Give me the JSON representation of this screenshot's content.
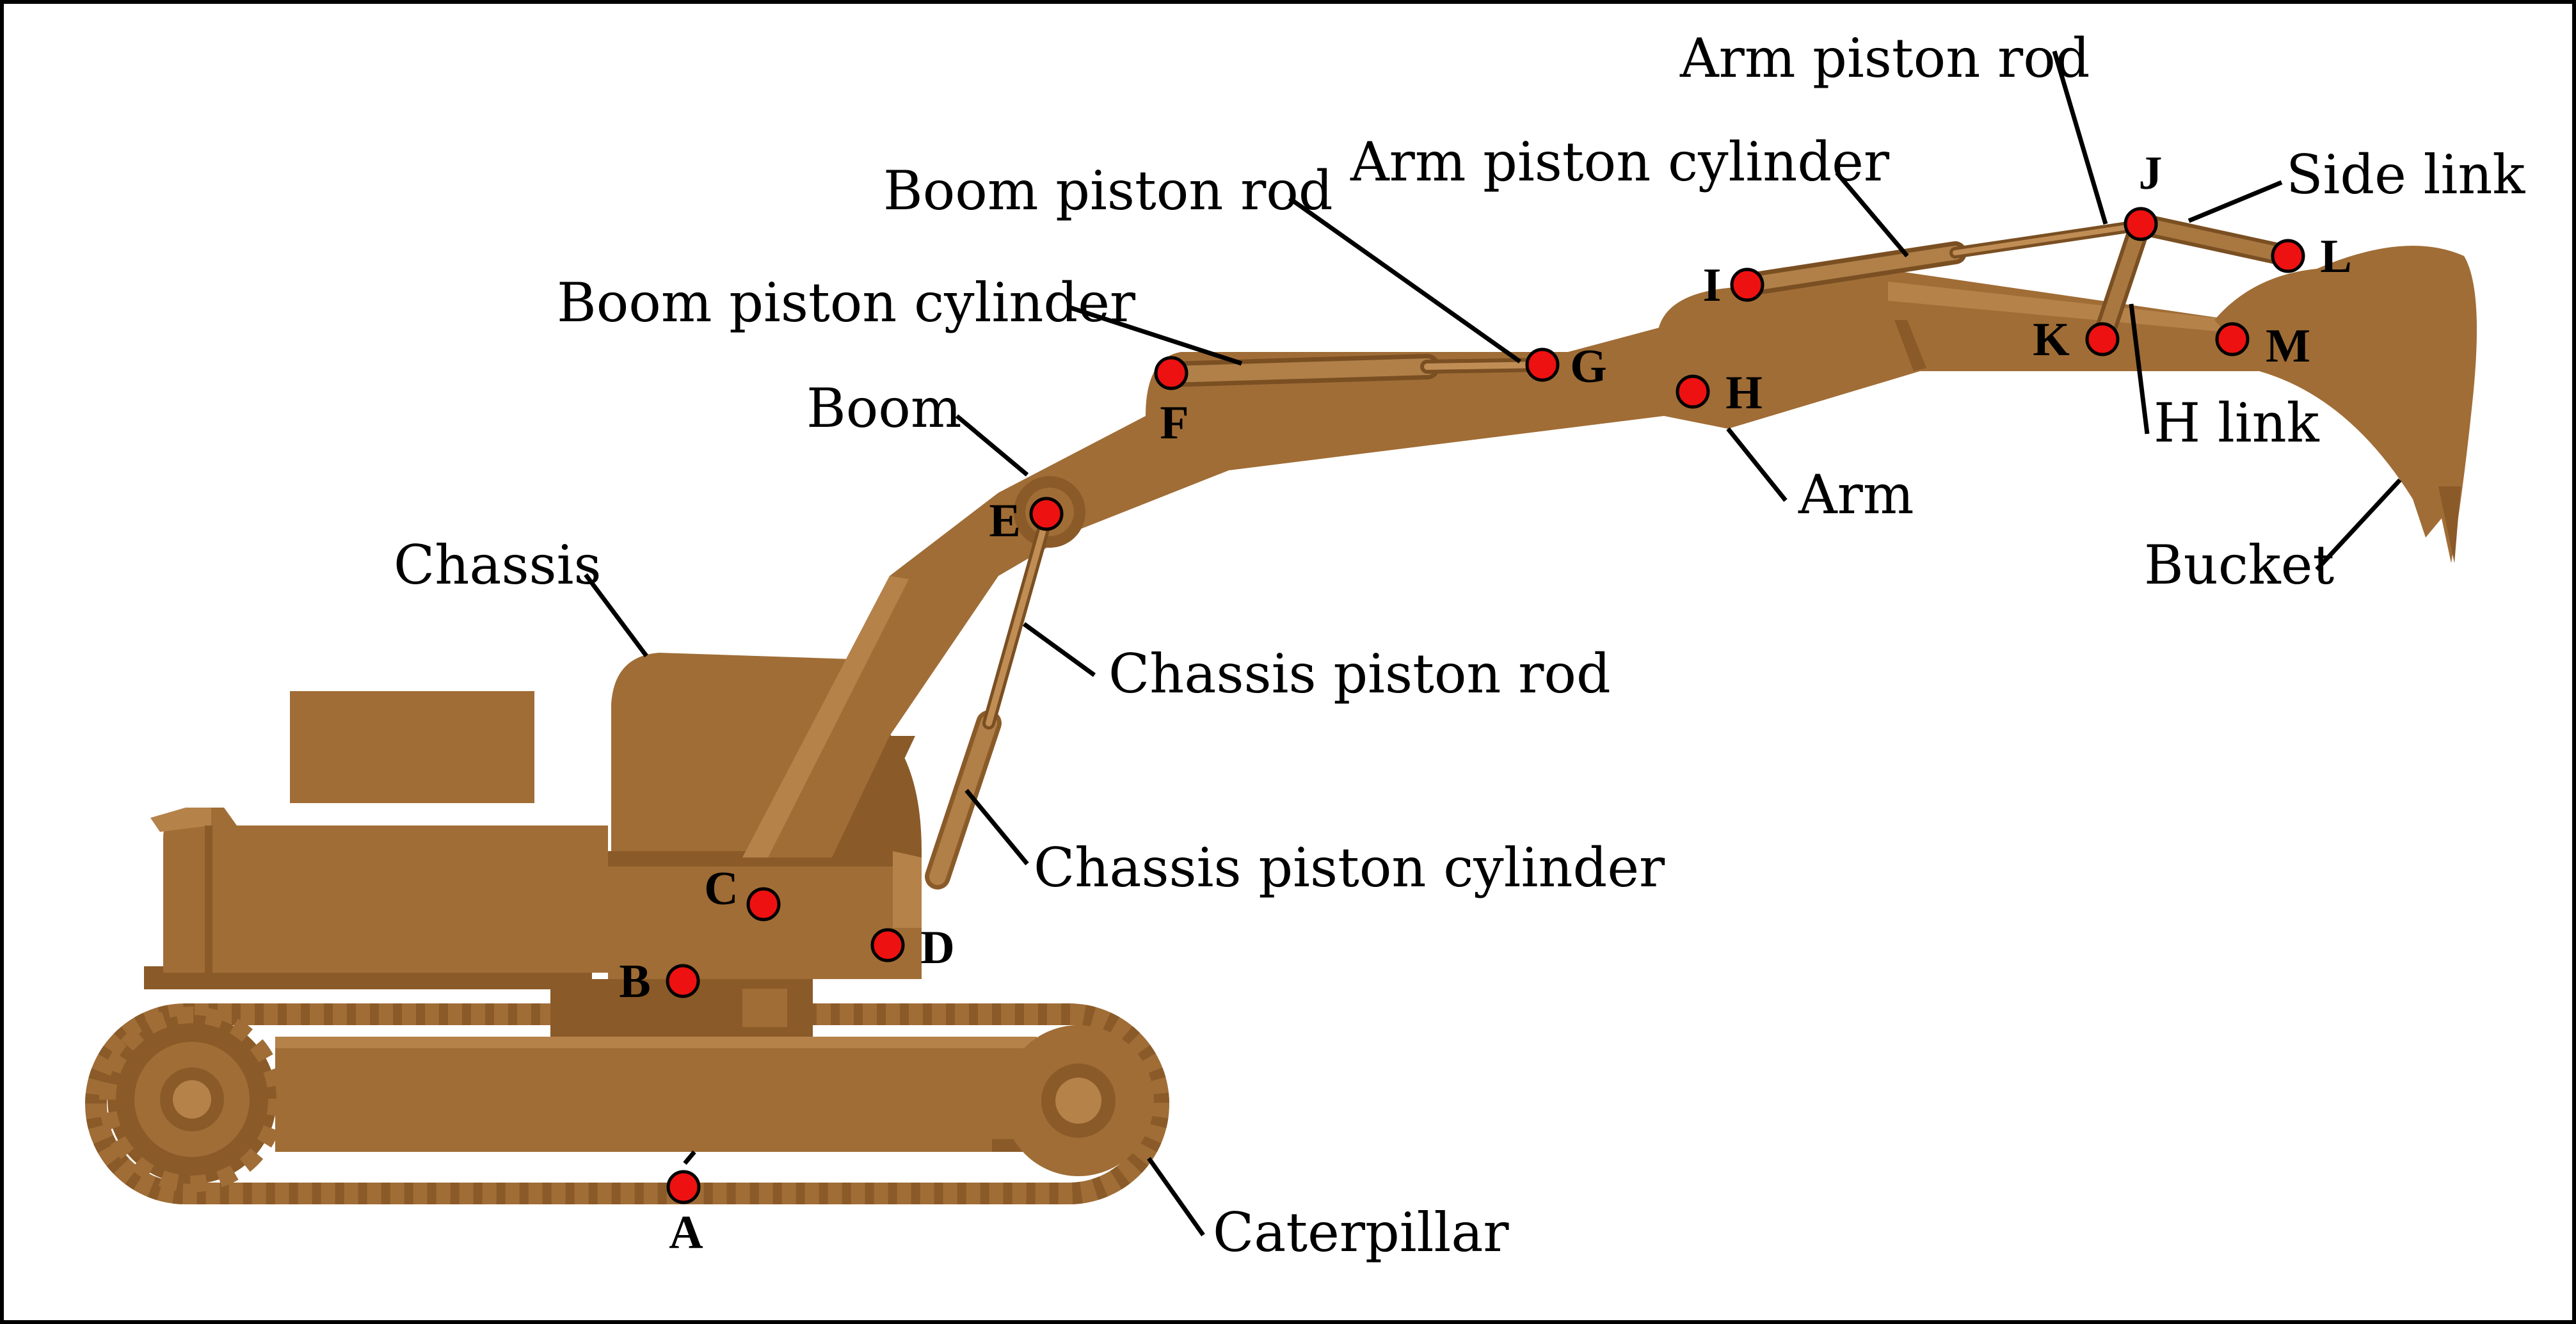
{
  "colors": {
    "machine": "#a06d36",
    "machine_shade": "#8a5a28",
    "machine_highlight": "#b5824a",
    "joint_marker": "#ee1111",
    "text": "#000000",
    "background": "#ffffff"
  },
  "components": {
    "arm_piston_rod": "Arm piston rod",
    "arm_piston_cylinder": "Arm piston cylinder",
    "boom_piston_rod": "Boom piston rod",
    "boom_piston_cylinder": "Boom piston cylinder",
    "boom": "Boom",
    "chassis": "Chassis",
    "chassis_piston_rod": "Chassis piston rod",
    "chassis_piston_cylinder": "Chassis piston cylinder",
    "caterpillar": "Caterpillar",
    "side_link": "Side link",
    "h_link": "H link",
    "arm": "Arm",
    "bucket": "Bucket"
  },
  "points": {
    "a": "A",
    "b": "B",
    "c": "C",
    "d": "D",
    "e": "E",
    "f": "F",
    "g": "G",
    "h": "H",
    "i": "I",
    "j": "J",
    "k": "K",
    "l": "L",
    "m": "M"
  }
}
